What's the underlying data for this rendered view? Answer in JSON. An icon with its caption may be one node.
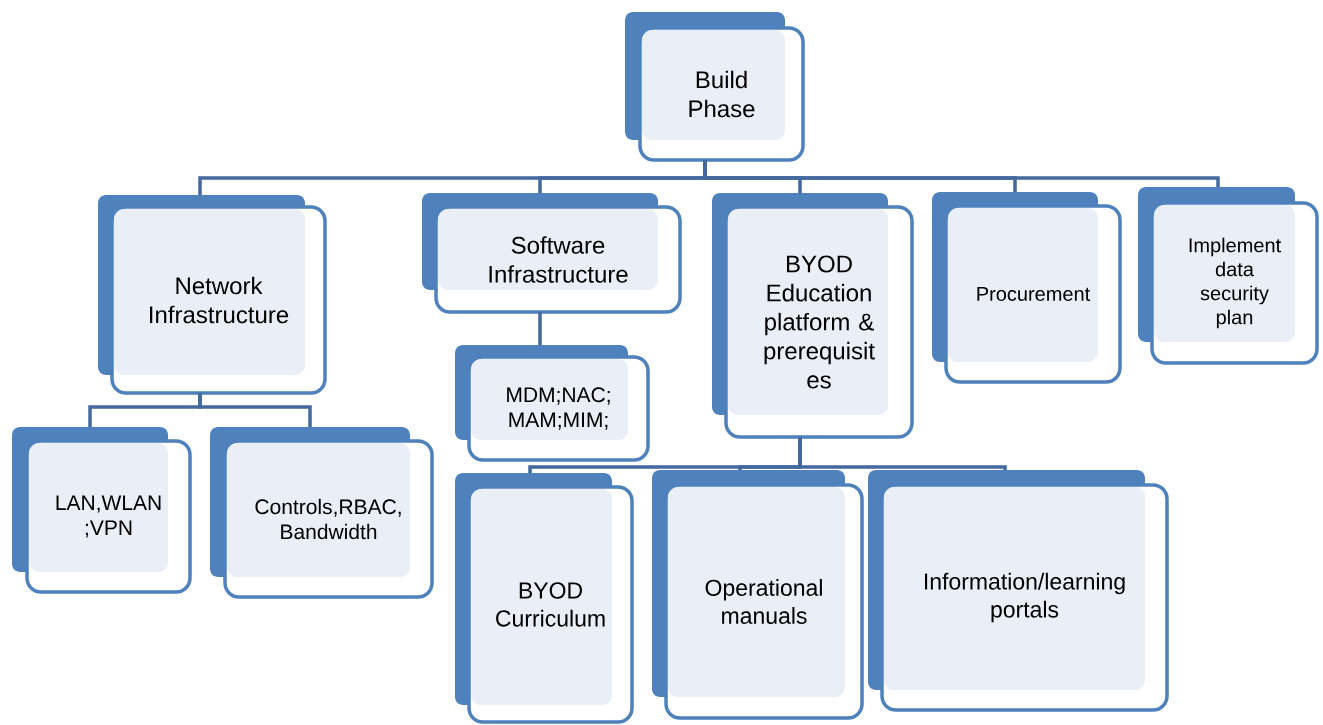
{
  "diagram": {
    "nodes": [
      {
        "text": [
          "Build Phase"
        ]
      },
      {
        "text": [
          "Network Infrastructure"
        ]
      },
      {
        "text": [
          "Software Infrastructure"
        ]
      },
      {
        "text": [
          "BYOD Education platform & prerequisit es"
        ]
      },
      {
        "text": [
          "Procurement"
        ]
      },
      {
        "text": [
          "Implement data security plan"
        ]
      },
      {
        "text": [
          "LAN,WLAN ;VPN"
        ]
      },
      {
        "text": [
          "Controls,RBAC, Bandwidth"
        ]
      },
      {
        "text": [
          "MDM;NAC; MAM;MIM;"
        ]
      },
      {
        "text": [
          "BYOD Curriculum"
        ]
      },
      {
        "text": [
          "Operational manuals"
        ]
      },
      {
        "text": [
          "Information/learning portals"
        ]
      }
    ],
    "edges": [
      {
        "from": 0,
        "to": 1,
        "arrow": "none"
      },
      {
        "from": 0,
        "to": 2,
        "arrow": "none"
      },
      {
        "from": 0,
        "to": 3,
        "arrow": "none"
      },
      {
        "from": 0,
        "to": 4,
        "arrow": "none"
      },
      {
        "from": 0,
        "to": 5,
        "arrow": "none"
      },
      {
        "from": 1,
        "to": 6,
        "arrow": "none"
      },
      {
        "from": 1,
        "to": 7,
        "arrow": "none"
      },
      {
        "from": 2,
        "to": 8,
        "arrow": "none"
      },
      {
        "from": 3,
        "to": 9,
        "arrow": "none"
      },
      {
        "from": 3,
        "to": 10,
        "arrow": "none"
      },
      {
        "from": 3,
        "to": 11,
        "arrow": "none"
      }
    ]
  }
}
